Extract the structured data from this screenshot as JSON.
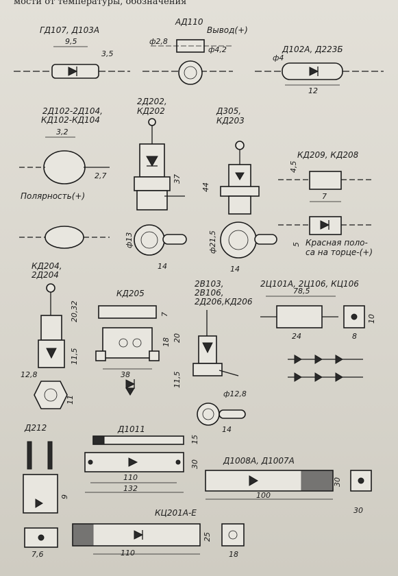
{
  "header": {
    "text": "мости от температуры, обозначения"
  },
  "labels": {
    "gd107": "ГД107, Д103А",
    "ad110": "АД110",
    "vyvod": "Вывод(+)",
    "d102a": "Д102А, Д223Б",
    "d2d102": "2Д102-2Д104,",
    "kd102": "КД102-КД104",
    "polarity": "Полярность(+)",
    "d2d202": "2Д202,",
    "kd202": "КД202",
    "d305": "Д305,",
    "kd203": "КД203",
    "kd209": "КД209, КД208",
    "red_stripe_1": "Красная поло-",
    "red_stripe_2": "са на торце-(+)",
    "kd204": "КД204,",
    "d2d204": "2Д204",
    "kd205": "КД205",
    "d2v103": "2В103,",
    "d2v106": "2В106,",
    "d2d206": "2Д206,КД206",
    "d2c101": "2Ц101А, 2Ц106, КЦ106",
    "d212": "Д212",
    "d1011": "Д1011",
    "d1008": "Д1008А, Д1007А",
    "kc201": "КЦ201А-Е"
  },
  "dims": {
    "d9_5": "9,5",
    "d3_5": "3,5",
    "d2_8": "ф2,8",
    "d4_2": "ф4,2",
    "d4": "ф4",
    "d12": "12",
    "d3_2": "3,2",
    "d2_7": "2,7",
    "d37": "37",
    "d44": "44",
    "d13": "ф13",
    "d14a": "14",
    "d21_5": "ф21,5",
    "d14b": "14",
    "d4_5": "4,5",
    "d7": "7",
    "d5": "5",
    "d20_32": "20,32",
    "d11_5a": "11,5",
    "d12_8a": "12,8",
    "d11": "11",
    "d7b": "7",
    "d18a": "18",
    "d38": "38",
    "d20": "20",
    "d11_5b": "11,5",
    "d12_8b": "ф12,8",
    "d14c": "14",
    "d78_5": "78,5",
    "d24": "24",
    "d8": "8",
    "d10": "10",
    "d15": "15",
    "d30a": "30",
    "d110a": "110",
    "d132": "132",
    "d9": "9",
    "d100": "100",
    "d30b": "30",
    "d30c": "30",
    "d7_6": "7,6",
    "d110b": "110",
    "d25": "25",
    "d18b": "18"
  }
}
